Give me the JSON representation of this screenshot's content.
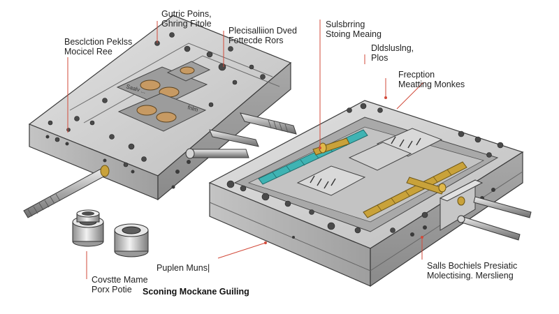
{
  "colors": {
    "steel_light": "#d9d9d9",
    "steel_mid": "#b4b4b4",
    "steel_dark": "#8e8e8e",
    "outline": "#3a3a3a",
    "leader": "#d24a3a",
    "teal": "#3fb3b3",
    "brass": "#c9a23a"
  },
  "labels": {
    "top_left": [
      "Besclction Peklss",
      "Mocicel Ree"
    ],
    "top_mid": [
      "Gutric Poins,",
      "Ghring Fitole"
    ],
    "top_center": [
      "Plecisalliion Dved",
      "Fottecde Rors"
    ],
    "top_right_a": [
      "Sulsbrring",
      "Stoing Meaing"
    ],
    "top_right_b": [
      "Dldsluslng,",
      "Plos"
    ],
    "right_mid": [
      "Frecption",
      "Meatting Monkes"
    ],
    "bottom_left": [
      "Covstte Mame",
      "Porx Potie"
    ],
    "bottom_title": "Sconing Mockane Guiling",
    "bottom_center": "Puplen Muns|",
    "bottom_right": [
      "Salls Bochiels Presiatic",
      "Molectising. Merslieng"
    ]
  },
  "plate_texts": {
    "engraving": "Saalv ...",
    "side_mark": "fnlm"
  }
}
